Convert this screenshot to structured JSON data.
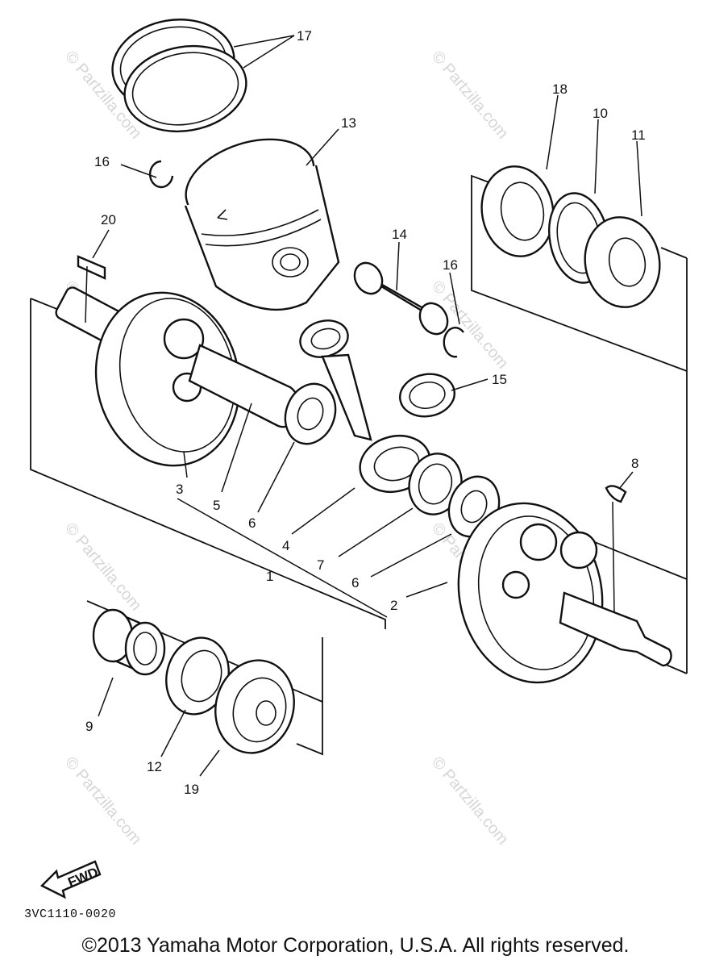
{
  "diagram": {
    "callouts": {
      "c1": "1",
      "c2": "2",
      "c3": "3",
      "c4": "4",
      "c5": "5",
      "c6a": "6",
      "c6b": "6",
      "c7": "7",
      "c8": "8",
      "c9": "9",
      "c10": "10",
      "c11": "11",
      "c12": "12",
      "c13": "13",
      "c14": "14",
      "c15": "15",
      "c16a": "16",
      "c16b": "16",
      "c17": "17",
      "c18": "18",
      "c19": "19",
      "c20": "20"
    },
    "watermark": "© Partzilla.com",
    "fwd_label": "FWD",
    "diagram_code": "3VC1110-0020",
    "copyright": "©2013  Yamaha Motor Corporation, U.S.A. All rights reserved."
  }
}
